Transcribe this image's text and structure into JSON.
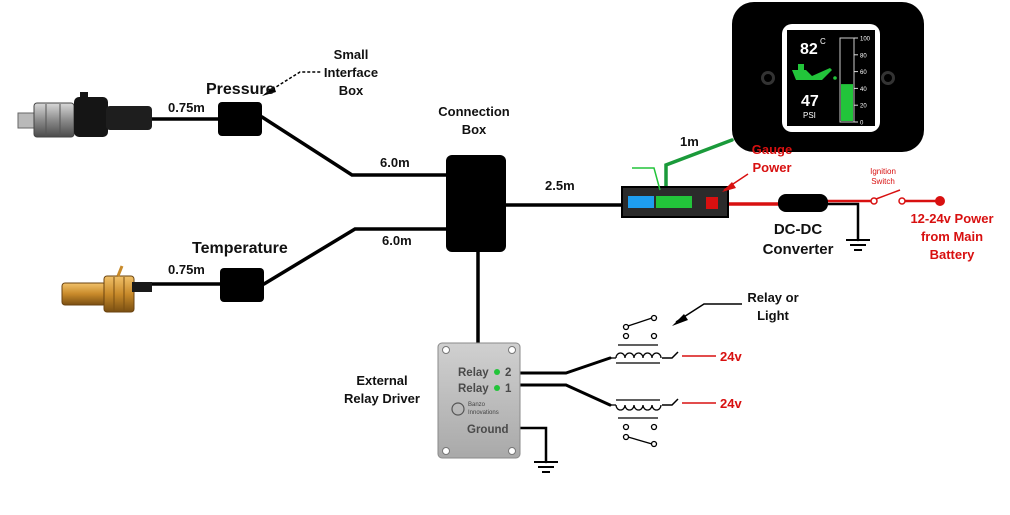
{
  "labels": {
    "small_interface_box": [
      "Small",
      "Interface",
      "Box"
    ],
    "pressure": "Pressure",
    "temperature": "Temperature",
    "connection_box": [
      "Connection",
      "Box"
    ],
    "len_pressure": "0.75m",
    "len_temperature": "0.75m",
    "len_top": "6.0m",
    "len_bottom": "6.0m",
    "len_gauge": "2.5m",
    "len_display": "1m",
    "gauge_power": [
      "Gauge",
      "Power"
    ],
    "ignition_switch": [
      "Ignition",
      "Switch"
    ],
    "power_source": [
      "12-24v Power",
      "from Main",
      "Battery"
    ],
    "dc_dc": [
      "DC-DC",
      "Converter"
    ],
    "relay_or_light": [
      "Relay or",
      "Light"
    ],
    "external_relay_driver": [
      "External",
      "Relay Driver"
    ],
    "relay_voltage_1": "24v",
    "relay_voltage_2": "24v"
  },
  "gauge_display": {
    "temp_value": "82",
    "temp_unit": "C",
    "pressure_value": "47",
    "pressure_unit": "PSI",
    "scale_ticks": [
      "100",
      "80",
      "60",
      "40",
      "20",
      "0"
    ],
    "fill_percent": 45
  },
  "relay_driver": {
    "relay_2": "Relay",
    "relay_2_num": "2",
    "relay_1": "Relay",
    "relay_1_num": "1",
    "brand": [
      "Banzo",
      "Innovations"
    ],
    "ground": "Ground"
  },
  "colors": {
    "wire": "#000000",
    "power_wire": "#d81010",
    "display_wire": "#1a9a3a",
    "accent_green": "#22c43a",
    "connector_blue": "#1e9ef0"
  }
}
